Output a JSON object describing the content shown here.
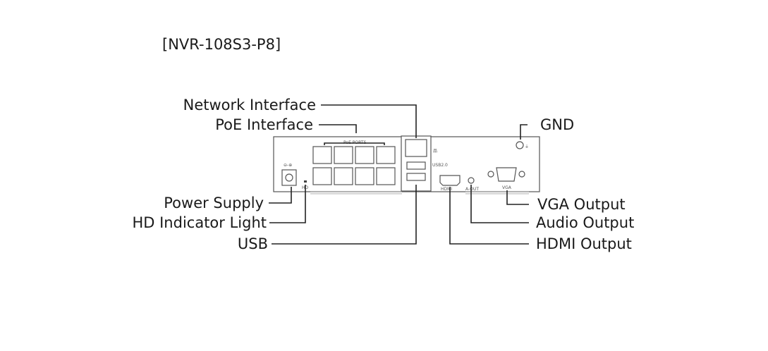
{
  "title": "[NVR-108S3-P8]",
  "labels": {
    "network": "Network Interface",
    "poe": "PoE Interface",
    "gnd": "GND",
    "power": "Power Supply",
    "hd": "HD Indicator Light",
    "usb": "USB",
    "vga": "VGA Output",
    "audio": "Audio Output",
    "hdmi": "HDMI Output"
  },
  "panel_marks": {
    "poe_ports": "PoE PORTS",
    "usb2": "USB2.0",
    "hd": "HD",
    "hdmi": "HDMI",
    "aout": "A-OUT",
    "vga": "VGA"
  }
}
